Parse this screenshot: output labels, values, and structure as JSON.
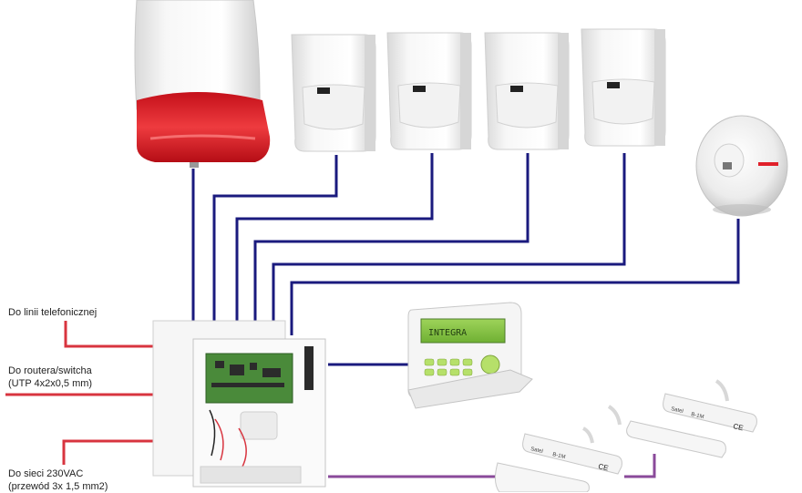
{
  "labels": {
    "phone_line": "Do linii telefonicznej",
    "router_line1": "Do routera/switcha",
    "router_line2": "(UTP 4x2x0,5 mm)",
    "power_line1": "Do sieci 230VAC",
    "power_line2": "(przewód 3x 1,5 mm2)"
  },
  "devices": {
    "keypad_display": "INTEGRA",
    "contact_brand": "Satel",
    "contact_model": "B-1M",
    "ce_mark": "CE"
  },
  "colors": {
    "bus_wire": "#1a1a7e",
    "external_wire": "#d8343f",
    "contact_wire": "#8a4a9a",
    "siren_red": "#e0202a"
  }
}
